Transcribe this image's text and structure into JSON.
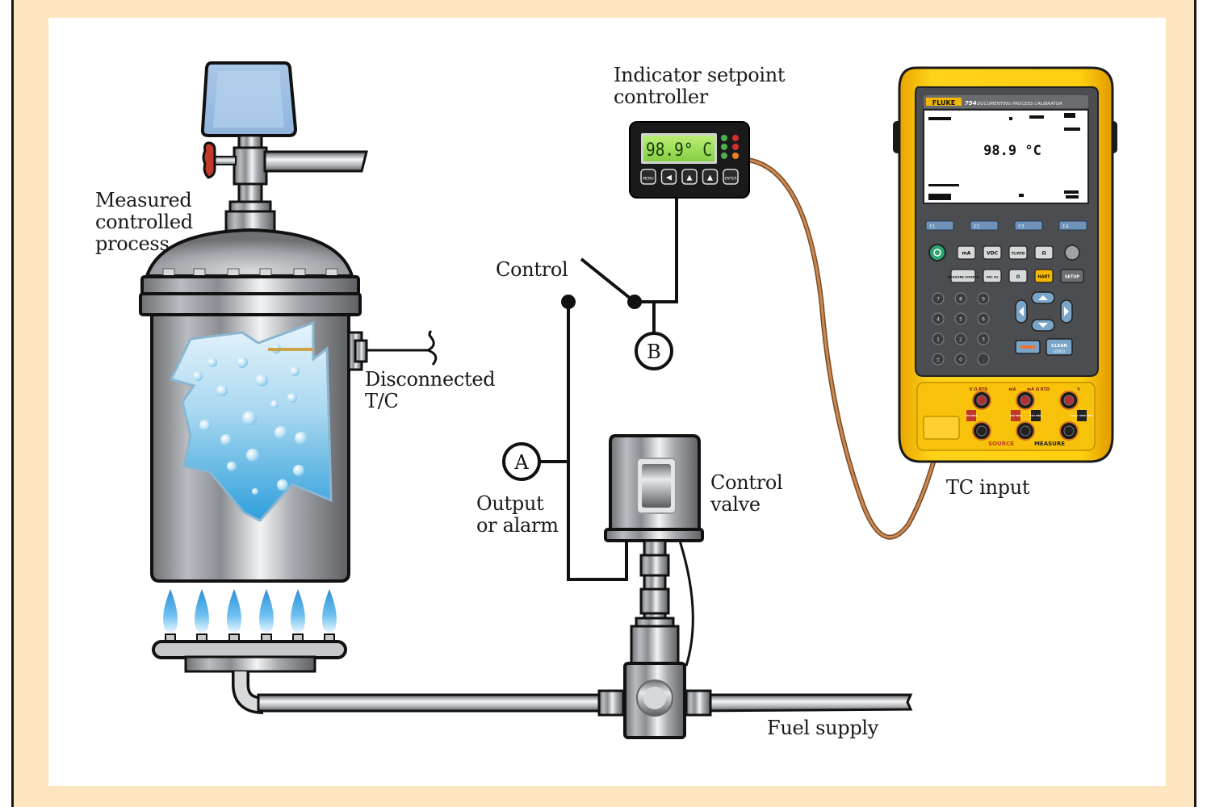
{
  "labels": {
    "process": "Measured\ncontrolled\nprocess",
    "indicator": "Indicator setpoint\ncontroller",
    "control": "Control",
    "disconnected_tc": "Disconnected\nT/C",
    "output_alarm": "Output\nor alarm",
    "control_valve": "Control\nvalve",
    "tc_input": "TC input",
    "fuel_supply": "Fuel supply"
  },
  "markers": {
    "a": "A",
    "b": "B"
  },
  "controller": {
    "reading": "98.9° C",
    "buttons": [
      "MENU",
      "◀",
      "▲",
      "▲",
      "ENTER"
    ],
    "leds": [
      "#4caf50",
      "#4caf50",
      "#4caf50",
      "#d32f2f",
      "#d32f2f",
      "#ef7d22"
    ]
  },
  "calibrator": {
    "brand": "FLUKE",
    "model": "754",
    "model_desc": "DOCUMENTING PROCESS CALIBRATOR",
    "reading": "98.9 °C",
    "fkeys": [
      "F1",
      "F2",
      "F3",
      "F4"
    ],
    "row1": [
      "mA",
      "VDC",
      "TC/RTD",
      "Ω"
    ],
    "row2": [
      "MEASURE SOURCE",
      "VAC Hz",
      "Ω",
      "HART",
      "SETUP"
    ],
    "keypad": [
      "7",
      "8",
      "9",
      "4",
      "5",
      "6",
      "1",
      "2",
      "3",
      "±",
      "0",
      "."
    ],
    "clear": "CLEAR",
    "clear_sub": "(ZERO)",
    "jacks_top": [
      "V Ω RTD",
      "mA",
      "mA Ω RTD",
      "V"
    ],
    "source_label": "SOURCE",
    "measure_label": "MEASURE",
    "ratings": [
      "30V MAX",
      "30V MAX",
      "30V MAX",
      "CAT II 300V MAX"
    ]
  },
  "colors": {
    "frame": "#fde6bf",
    "calibrator_body": "#f5b800",
    "lcd_green": "#9fe05a",
    "flame": "#3aa0e0",
    "tc_wire": "#b87848",
    "hart_key": "#f5b800"
  }
}
